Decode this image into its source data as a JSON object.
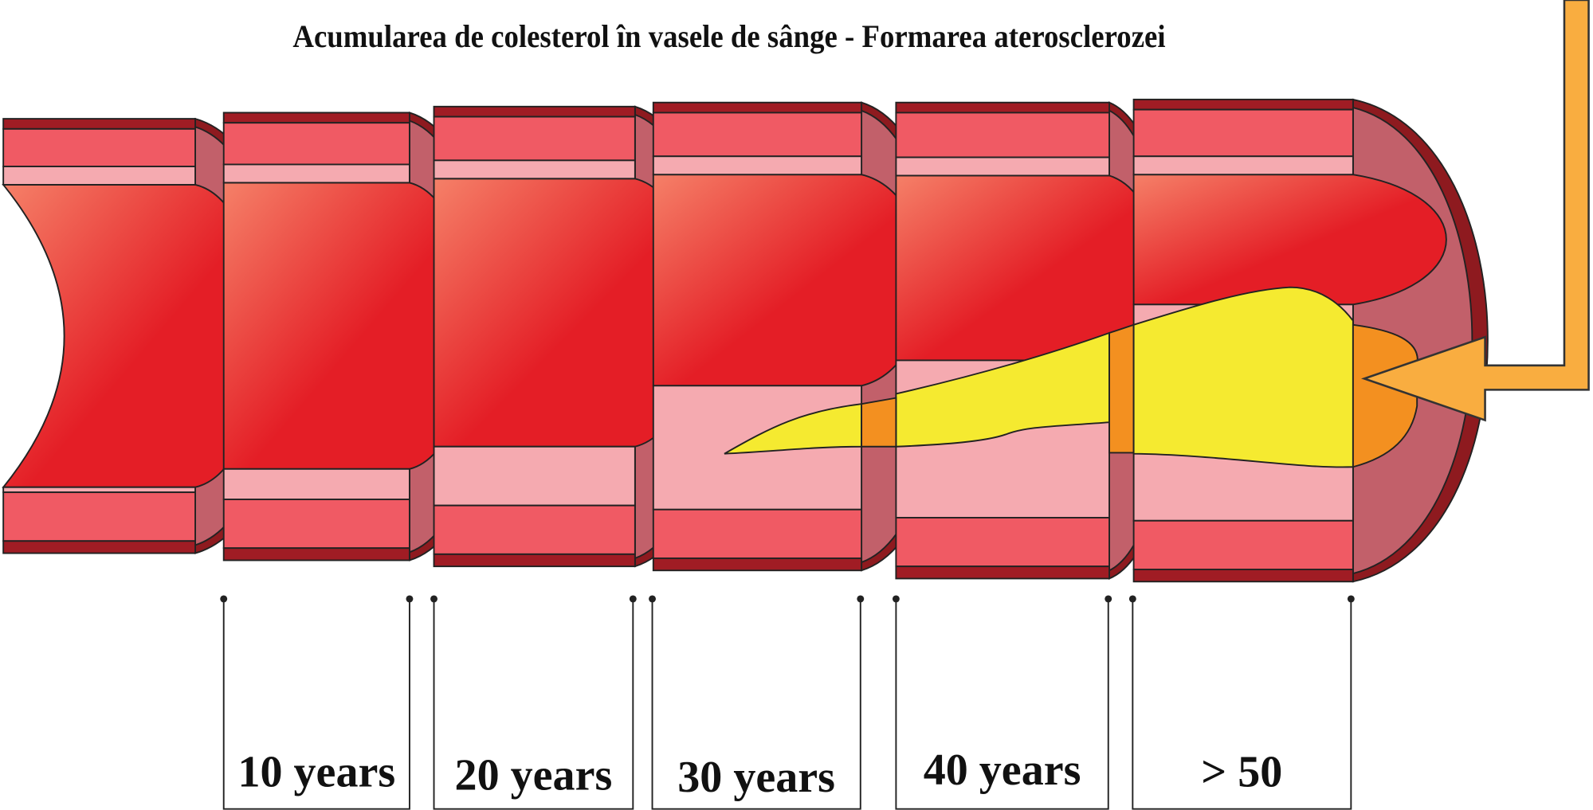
{
  "title": "Acumularea de colesterol în vasele de sânge - Formarea aterosclerozei",
  "stages": [
    {
      "label": "10 years"
    },
    {
      "label": "20 years"
    },
    {
      "label": "30 years"
    },
    {
      "label": "40 years"
    },
    {
      "label": "> 50"
    }
  ],
  "colors": {
    "wall_dark": "#a01c24",
    "wall_mid": "#f05a64",
    "wall_inner": "#f5aab0",
    "lumen": "#e41e26",
    "plaque": "#f5ea30",
    "plaque_core": "#f39020",
    "arrow": "#f9ad40"
  }
}
